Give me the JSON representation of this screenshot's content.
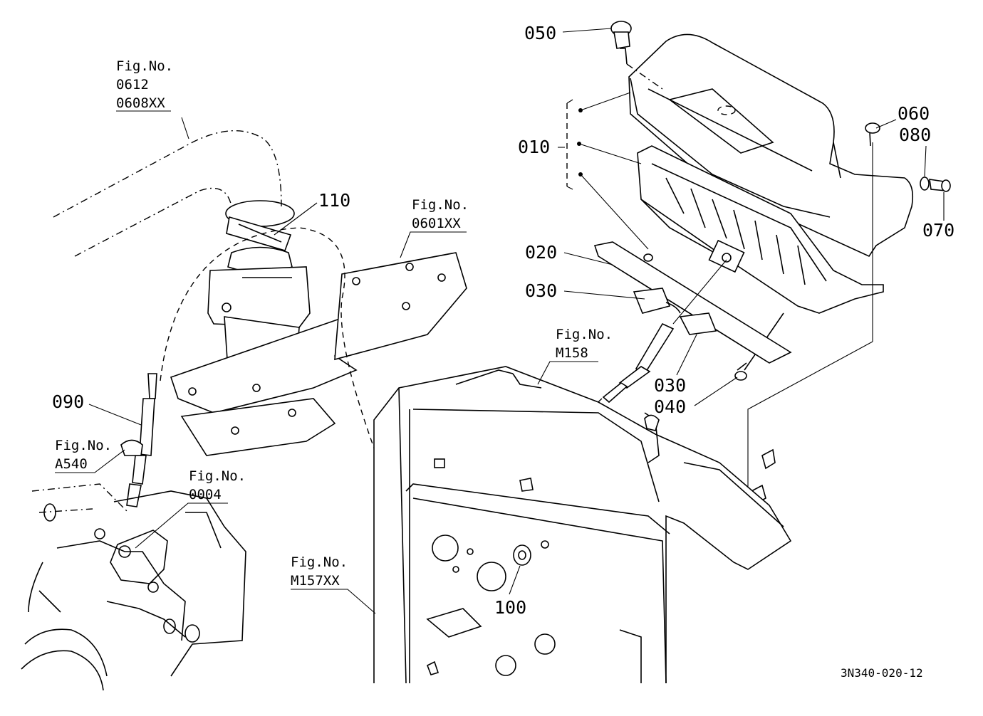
{
  "callouts": {
    "c010": "010",
    "c020": "020",
    "c030a": "030",
    "c030b": "030",
    "c040": "040",
    "c050": "050",
    "c060": "060",
    "c070": "070",
    "c080": "080",
    "c090": "090",
    "c100": "100",
    "c110": "110"
  },
  "figure_refs": {
    "f0612": {
      "label": "Fig.No.",
      "line1": "0612",
      "line2": "0608XX"
    },
    "f0601": {
      "label": "Fig.No.",
      "line1": "0601XX"
    },
    "fA540": {
      "label": "Fig.No.",
      "line1": "A540"
    },
    "f0004": {
      "label": "Fig.No.",
      "line1": "0004"
    },
    "fM158": {
      "label": "Fig.No.",
      "line1": "M158"
    },
    "fM157": {
      "label": "Fig.No.",
      "line1": "M157XX"
    }
  },
  "diagram_code": "3N340-020-12"
}
